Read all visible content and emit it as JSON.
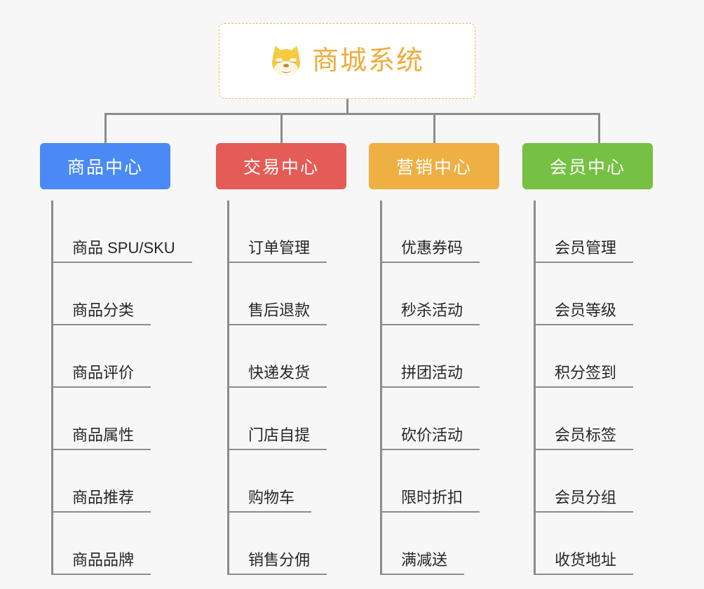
{
  "root": {
    "title": "商城系统",
    "icon": "shiba-dog-icon",
    "border_color": "#f0bb5a",
    "text_color": "#eeac3c",
    "background": "#ffffff"
  },
  "canvas": {
    "background": "#f7f7f7",
    "connector_color": "#8c8c8c"
  },
  "columns": [
    {
      "title": "商品中心",
      "color": "#4a8af4",
      "items": [
        "商品 SPU/SKU",
        "商品分类",
        "商品评价",
        "商品属性",
        "商品推荐",
        "商品品牌"
      ]
    },
    {
      "title": "交易中心",
      "color": "#e55b55",
      "items": [
        "订单管理",
        "售后退款",
        "快递发货",
        "门店自提",
        "购物车",
        "销售分佣"
      ]
    },
    {
      "title": "营销中心",
      "color": "#eeaf43",
      "items": [
        "优惠券码",
        "秒杀活动",
        "拼团活动",
        "砍价活动",
        "限时折扣",
        "满减送"
      ]
    },
    {
      "title": "会员中心",
      "color": "#76c044",
      "items": [
        "会员管理",
        "会员等级",
        "积分签到",
        "会员标签",
        "会员分组",
        "收货地址"
      ]
    }
  ]
}
